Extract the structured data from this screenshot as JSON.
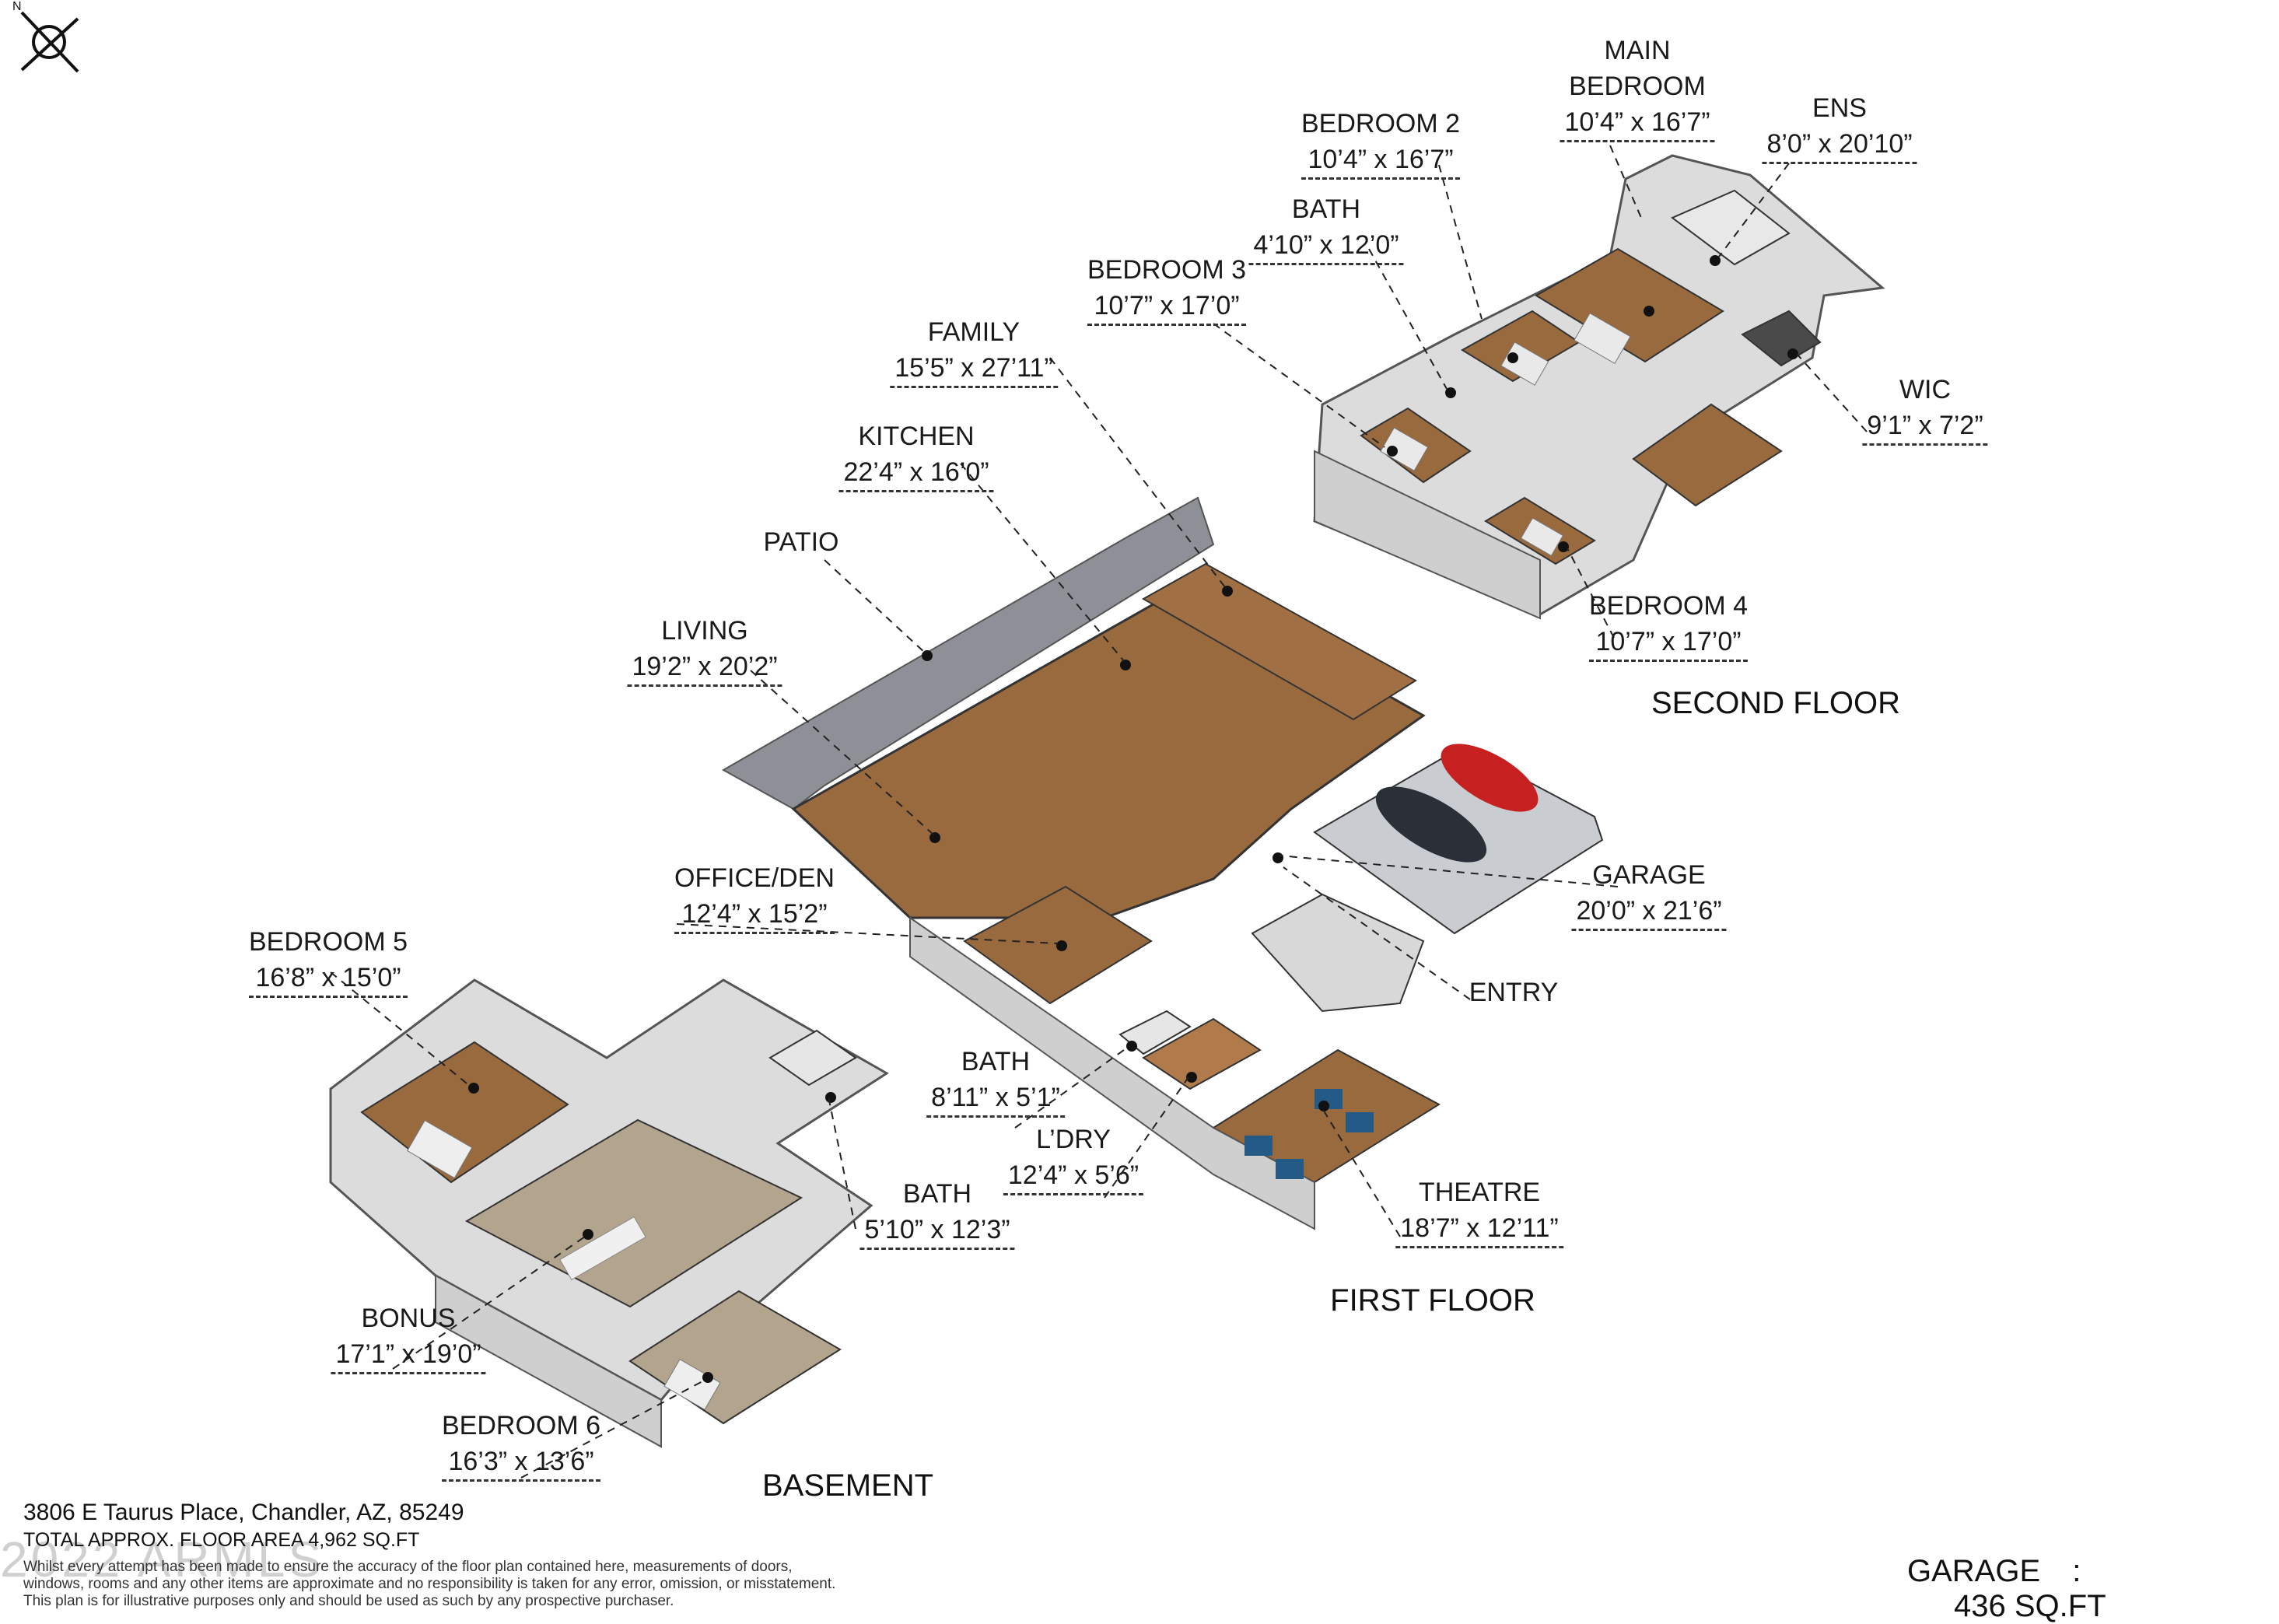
{
  "rooms": {
    "main_bedroom": {
      "name_line1": "MAIN",
      "name_line2": "BEDROOM",
      "dims": "10’4” x 16’7”"
    },
    "ens": {
      "name": "ENS",
      "dims": "8’0” x 20’10”"
    },
    "bedroom2": {
      "name": "BEDROOM 2",
      "dims": "10’4” x 16’7”"
    },
    "bath_upper": {
      "name": "BATH",
      "dims": "4’10” x 12’0”"
    },
    "bedroom3": {
      "name": "BEDROOM 3",
      "dims": "10’7” x 17’0”"
    },
    "wic": {
      "name": "WIC",
      "dims": "9’1” x 7’2”"
    },
    "bedroom4": {
      "name": "BEDROOM 4",
      "dims": "10’7” x 17’0”"
    },
    "family": {
      "name": "FAMILY",
      "dims": "15’5” x 27’11”"
    },
    "kitchen": {
      "name": "KITCHEN",
      "dims": "22’4” x 16’0”"
    },
    "patio": {
      "name": "PATIO"
    },
    "living": {
      "name": "LIVING",
      "dims": "19’2” x 20’2”"
    },
    "office": {
      "name": "OFFICE/DEN",
      "dims": "12’4” x 15’2”"
    },
    "garage": {
      "name": "GARAGE",
      "dims": "20’0” x 21’6”"
    },
    "entry": {
      "name": "ENTRY"
    },
    "bath_first": {
      "name": "BATH",
      "dims": "8’11” x 5’1”"
    },
    "laundry": {
      "name": "L’DRY",
      "dims": "12’4” x 5’6”"
    },
    "theatre": {
      "name": "THEATRE",
      "dims": "18’7” x 12’11”"
    },
    "bedroom5": {
      "name": "BEDROOM 5",
      "dims": "16’8” x 15’0”"
    },
    "bath_basement": {
      "name": "BATH",
      "dims": "5’10” x 12’3”"
    },
    "bonus": {
      "name": "BONUS",
      "dims": "17’1” x 19’0”"
    },
    "bedroom6": {
      "name": "BEDROOM 6",
      "dims": "16’3” x 13’6”"
    }
  },
  "floors": {
    "second": "SECOND FLOOR",
    "first": "FIRST FLOOR",
    "basement": "BASEMENT"
  },
  "footer": {
    "address": "3806 E Taurus Place, Chandler, AZ, 85249",
    "total_area": "TOTAL APPROX. FLOOR AREA 4,962 SQ.FT",
    "disclaimer_line1": "Whilst every attempt has been made to ensure the accuracy of the floor plan contained here, measurements of doors,",
    "disclaimer_line2": "windows, rooms and any other items are approximate and no responsibility is taken for any error, omission, or misstatement.",
    "disclaimer_line3": "This plan is for illustrative purposes only and should be used as such by any prospective purchaser.",
    "watermark": "2022 ARMLS"
  },
  "garage_summary": {
    "label": "GARAGE",
    "separator": ":",
    "value": "436 SQ.FT"
  },
  "compass": {
    "letter": "N",
    "icon": "north-arrow-icon"
  },
  "colors": {
    "wood": "#9a6a3f",
    "carpet": "#b3a48d",
    "patio": "#8d9096",
    "garage": "#c9ccd0",
    "wall": "#f2f2f2",
    "wall_side": "#cfcfcf"
  }
}
